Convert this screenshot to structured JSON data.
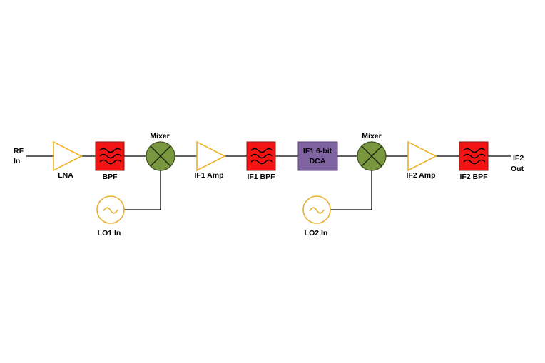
{
  "diagram": {
    "input_label_line1": "RF",
    "input_label_line2": "In",
    "output_label_line1": "IF2",
    "output_label_line2": "Out",
    "lna_label": "LNA",
    "bpf1_label": "BPF",
    "mixer1_label": "Mixer",
    "lo1_label": "LO1 In",
    "if1amp_label": "IF1 Amp",
    "if1bpf_label": "IF1 BPF",
    "dca_label_line1": "IF1 6-bit",
    "dca_label_line2": "DCA",
    "mixer2_label": "Mixer",
    "lo2_label": "LO2 In",
    "if2amp_label": "IF2 Amp",
    "if2bpf_label": "IF2 BPF"
  },
  "colors": {
    "amplifier_outline": "#f0b020",
    "filter_fill": "#f31414",
    "mixer_fill": "#78973e",
    "dca_fill": "#8064a2",
    "oscillator_outline": "#e8b030"
  },
  "icons": {
    "amplifier": "triangle-amplifier-icon",
    "filter": "bandpass-filter-icon",
    "mixer": "mixer-icon",
    "oscillator": "sine-oscillator-icon"
  }
}
